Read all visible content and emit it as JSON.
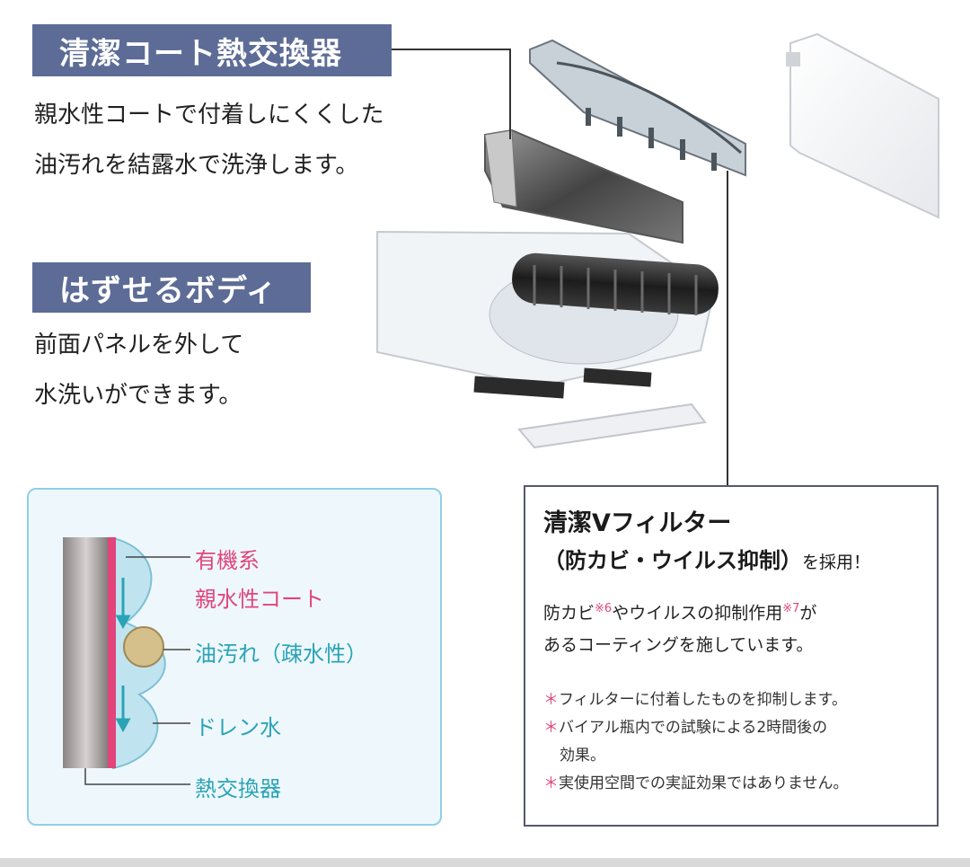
{
  "heat_exchanger": {
    "title": "清潔コート熱交換器",
    "desc_line1": "親水性コートで付着しにくくした",
    "desc_line2": "油汚れを結露水で洗浄します。"
  },
  "removable_body": {
    "title": "はずせるボディ",
    "desc_line1": "前面パネルを外して",
    "desc_line2": "水洗いができます。"
  },
  "diagram": {
    "label_coat_1": "有機系",
    "label_coat_2": "親水性コート",
    "label_oil": "油汚れ（疎水性）",
    "label_drain": "ドレン水",
    "label_exchanger": "熱交換器"
  },
  "filter": {
    "title": "清潔Vフィルター",
    "subtitle": "（防カビ・ウイルス抑制）",
    "subtitle_tail": "を採用！",
    "desc_a": "防カビ",
    "note_ref_1": "※6",
    "desc_b": "やウイルスの抑制作用",
    "note_ref_2": "※7",
    "desc_c": "が",
    "desc_line2": "あるコーティングを施しています。",
    "notes": [
      "フィルターに付着したものを抑制します。",
      "バイアル瓶内での試験による2時間後の",
      "効果。",
      "実使用空間での実証効果ではありません。"
    ],
    "bullet": "＊"
  },
  "colors": {
    "tag_bg": "#5d6c96",
    "accent_pink": "#e0457b",
    "accent_teal": "#2aa3b6",
    "diagram_border": "#8fd0e4"
  }
}
